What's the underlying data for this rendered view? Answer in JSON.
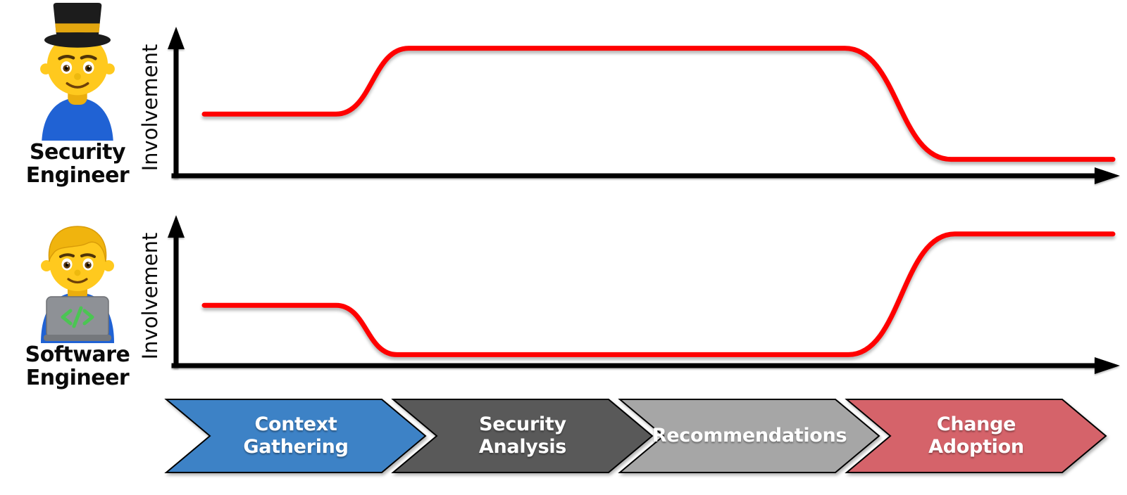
{
  "personas": [
    {
      "name": "Security Engineer",
      "lines": [
        "Security",
        "Engineer"
      ],
      "icon": "man-top-hat-emoji"
    },
    {
      "name": "Software Engineer",
      "lines": [
        "Software",
        "Engineer"
      ],
      "icon": "man-technologist-emoji"
    }
  ],
  "phases": [
    {
      "label": "Context\nGathering",
      "color": "#3D82C6"
    },
    {
      "label": "Security\nAnalysis",
      "color": "#595959"
    },
    {
      "label": "Recommendations",
      "color": "#A6A6A6"
    },
    {
      "label": "Change\nAdoption",
      "color": "#D5636A"
    }
  ],
  "colors": {
    "curve_red": "#FF0000",
    "axis_black": "#000000",
    "shirt_blue": "#2062D4",
    "emoji_yellow": "#FFC91E"
  },
  "chart_data": [
    {
      "type": "line",
      "title": "Security Engineer involvement",
      "ylabel": "Involvement",
      "xlabel": "",
      "x_categories": [
        "Context Gathering",
        "Security Analysis",
        "Recommendations",
        "Change Adoption"
      ],
      "involvement_by_phase": {
        "Context Gathering": "medium",
        "Security Analysis": "high",
        "Recommendations": "high",
        "Change Adoption": "low"
      },
      "line_color": "#FF0000",
      "grid": false,
      "x_axis_range": [
        0,
        1
      ],
      "y_axis_range": [
        0,
        1
      ],
      "points": [
        {
          "x": 0.0,
          "v": 0.45
        },
        {
          "x": 0.145,
          "v": 0.45
        },
        {
          "x": 0.225,
          "v": 0.93
        },
        {
          "x": 0.705,
          "v": 0.93
        },
        {
          "x": 0.822,
          "v": 0.12
        },
        {
          "x": 1.0,
          "v": 0.12
        }
      ]
    },
    {
      "type": "line",
      "title": "Software Engineer involvement",
      "ylabel": "Involvement",
      "xlabel": "",
      "x_categories": [
        "Context Gathering",
        "Security Analysis",
        "Recommendations",
        "Change Adoption"
      ],
      "involvement_by_phase": {
        "Context Gathering": "medium",
        "Security Analysis": "low",
        "Recommendations": "low",
        "Change Adoption": "high"
      },
      "line_color": "#FF0000",
      "grid": false,
      "x_axis_range": [
        0,
        1
      ],
      "y_axis_range": [
        0,
        1
      ],
      "points": [
        {
          "x": 0.0,
          "v": 0.44
        },
        {
          "x": 0.145,
          "v": 0.44
        },
        {
          "x": 0.212,
          "v": 0.08
        },
        {
          "x": 0.709,
          "v": 0.08
        },
        {
          "x": 0.826,
          "v": 0.96
        },
        {
          "x": 1.0,
          "v": 0.96
        }
      ]
    }
  ]
}
